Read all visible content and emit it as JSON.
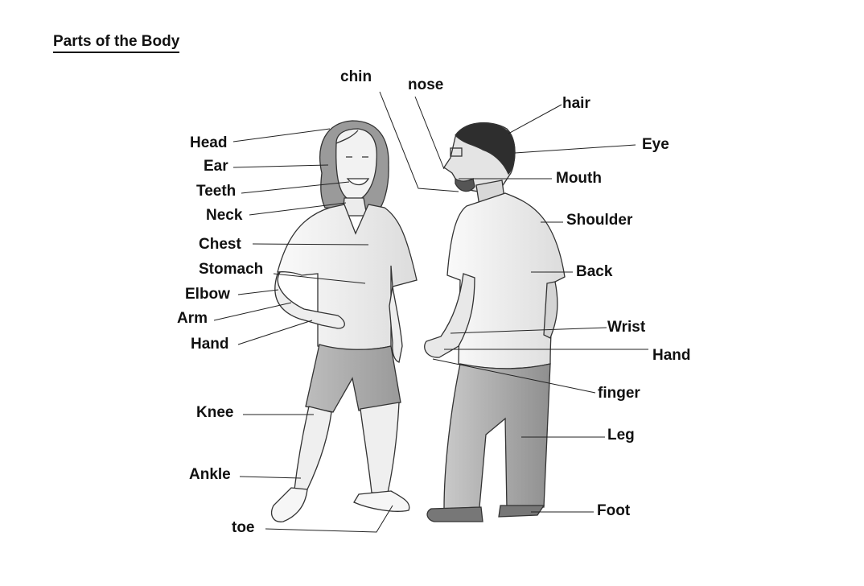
{
  "title": "Parts of the Body",
  "labels": {
    "chin": "chin",
    "nose": "nose",
    "hair": "hair",
    "head": "Head",
    "eye": "Eye",
    "ear": "Ear",
    "mouth": "Mouth",
    "teeth": "Teeth",
    "neck": "Neck",
    "shoulder": "Shoulder",
    "chest": "Chest",
    "stomach": "Stomach",
    "back": "Back",
    "elbow": "Elbow",
    "arm": "Arm",
    "wrist": "Wrist",
    "hand_left": "Hand",
    "hand_right": "Hand",
    "finger": "finger",
    "knee": "Knee",
    "leg": "Leg",
    "ankle": "Ankle",
    "foot": "Foot",
    "toe": "toe"
  }
}
